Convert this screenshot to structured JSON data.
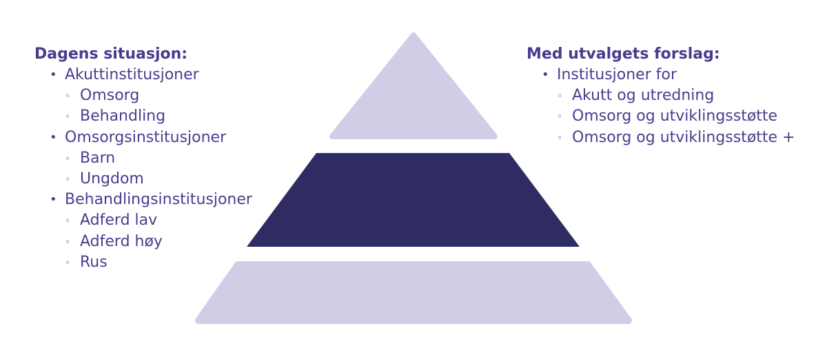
{
  "colors": {
    "light": "#d0cde6",
    "dark": "#2f2b63",
    "text": "#4a3d8f"
  },
  "left": {
    "heading": "Dagens situasjon:",
    "items": [
      {
        "level": 1,
        "text": "Akuttinstitusjoner"
      },
      {
        "level": 2,
        "text": "Omsorg"
      },
      {
        "level": 2,
        "text": "Behandling"
      },
      {
        "level": 1,
        "text": "Omsorgsinstitusjoner"
      },
      {
        "level": 2,
        "text": "Barn"
      },
      {
        "level": 2,
        "text": "Ungdom"
      },
      {
        "level": 1,
        "text": "Behandlingsinstitusjoner"
      },
      {
        "level": 2,
        "text": "Adferd lav"
      },
      {
        "level": 2,
        "text": "Adferd høy"
      },
      {
        "level": 2,
        "text": "Rus"
      }
    ]
  },
  "right": {
    "heading": "Med utvalgets forslag:",
    "items": [
      {
        "level": 1,
        "text": "Institusjoner for"
      },
      {
        "level": 2,
        "text": "Akutt og utredning"
      },
      {
        "level": 2,
        "text": "Omsorg og utviklingsstøtte"
      },
      {
        "level": 2,
        "text": "Omsorg og utviklingsstøtte +"
      }
    ]
  },
  "bullets": {
    "l1": "•",
    "l2": "◦"
  }
}
